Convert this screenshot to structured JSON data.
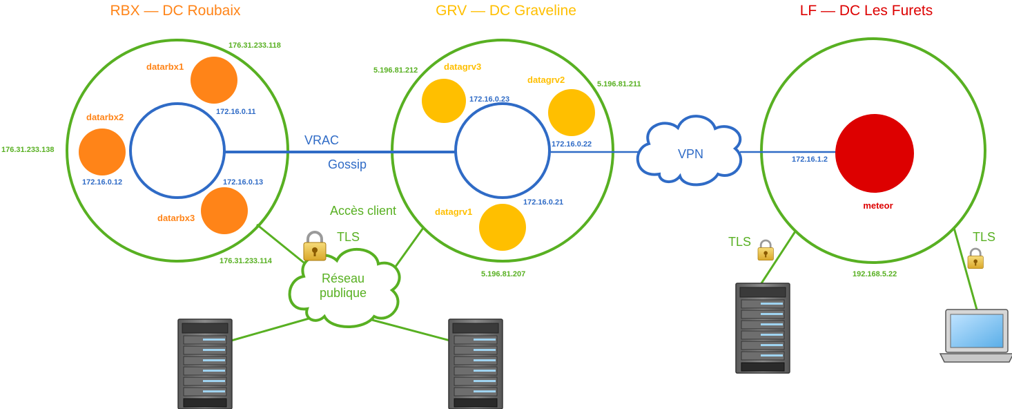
{
  "colors": {
    "rbx": "#ff8418",
    "grv": "#ffbf00",
    "lf": "#dd0000",
    "public_net": "#58b022",
    "private_net": "#2f6bc6",
    "background": "#ffffff"
  },
  "datacenters": [
    {
      "id": "rbx",
      "title": "RBX — DC Roubaix",
      "color": "#ff8418"
    },
    {
      "id": "grv",
      "title": "GRV — DC Graveline",
      "color": "#ffbf00"
    },
    {
      "id": "lf",
      "title": "LF — DC Les Furets",
      "color": "#dd0000"
    }
  ],
  "nodes": {
    "datarbx1": {
      "name": "datarbx1",
      "public_ip": "176.31.233.118",
      "private_ip": "172.16.0.11"
    },
    "datarbx2": {
      "name": "datarbx2",
      "public_ip": "176.31.233.138",
      "private_ip": "172.16.0.12"
    },
    "datarbx3": {
      "name": "datarbx3",
      "public_ip": "176.31.233.114",
      "private_ip": "172.16.0.13"
    },
    "datagrv3": {
      "name": "datagrv3",
      "public_ip": "5.196.81.212",
      "private_ip": "172.16.0.23"
    },
    "datagrv2": {
      "name": "datagrv2",
      "public_ip": "5.196.81.211",
      "private_ip": "172.16.0.22"
    },
    "datagrv1": {
      "name": "datagrv1",
      "public_ip": "5.196.81.207",
      "private_ip": "172.16.0.21"
    },
    "meteor": {
      "name": "meteor",
      "public_ip": "192.168.5.22",
      "private_ip": "172.16.1.2"
    }
  },
  "links": {
    "vrac": "VRAC",
    "gossip": "Gossip",
    "vpn": "VPN",
    "client_access": "Accès client",
    "tls": "TLS",
    "public_network_line1": "Réseau",
    "public_network_line2": "publique"
  },
  "icons": {
    "server": "server-rack-icon",
    "laptop": "laptop-icon",
    "lock": "padlock-icon",
    "cloud": "cloud-icon"
  }
}
